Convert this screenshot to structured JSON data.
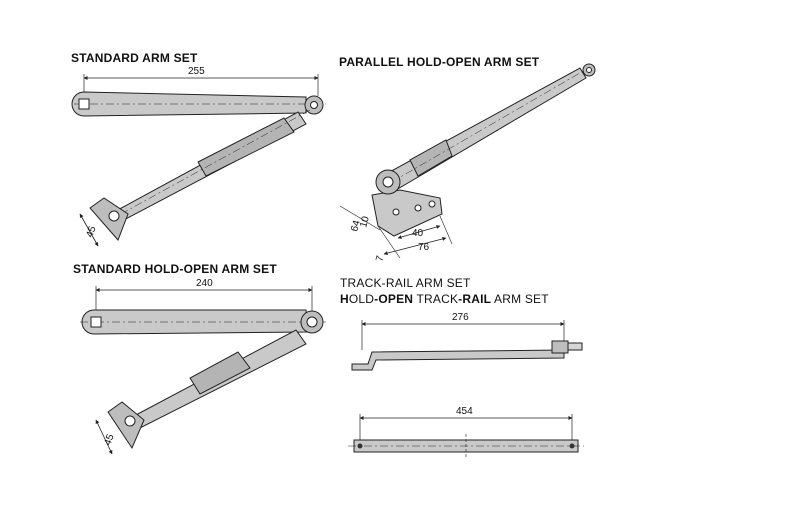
{
  "titles": {
    "standard_arm_set": "STANDARD ARM SET",
    "parallel_hold_open_arm_set": "PARALLEL HOLD-OPEN ARM SET",
    "standard_hold_open_arm_set": "STANDARD HOLD-OPEN ARM SET",
    "track_rail_arm_set": "TRACK-RAIL ARM SET",
    "hold_open_track_rail": {
      "part1": "H",
      "part2": "OLD",
      "part3": "-OPEN",
      "part4": " TRACK",
      "part5": "-RAIL",
      "part6": " ARM SET"
    }
  },
  "dimensions": {
    "standard_arm_length": "255",
    "standard_arm_bracket": "45",
    "parallel_dim_10": "10",
    "parallel_dim_64": "64",
    "parallel_dim_7": "7",
    "parallel_dim_40": "40",
    "parallel_dim_76": "76",
    "hold_open_arm_length": "240",
    "hold_open_arm_bracket": "45",
    "track_arm_length": "276",
    "rail_length": "454"
  },
  "colors": {
    "part_fill": "#c9c9c9",
    "part_dark": "#8a8a8a",
    "line": "#222222"
  }
}
